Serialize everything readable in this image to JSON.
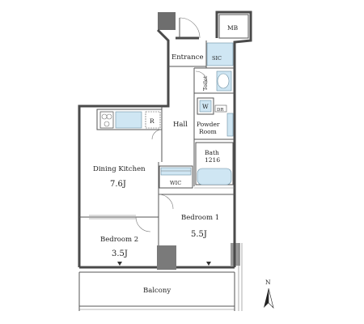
{
  "rooms": {
    "mb": "MB",
    "entrance": "Entrance",
    "sic": "SIC",
    "toilet": "Toilet",
    "w": "W",
    "dr": "DR",
    "powder_room_line1": "Powder",
    "powder_room_line2": "Room",
    "hall": "Hall",
    "r": "R",
    "bath_line1": "Bath",
    "bath_line2": "1216",
    "dining_kitchen": "Dining Kitchen",
    "dining_kitchen_size": "7.6J",
    "wic": "WIC",
    "bedroom1": "Bedroom 1",
    "bedroom1_size": "5.5J",
    "bedroom2": "Bedroom 2",
    "bedroom2_size": "3.5J",
    "balcony": "Balcony"
  },
  "compass": {
    "north": "N"
  },
  "colors": {
    "fixture_blue": "#cfe6f3",
    "wall": "#4a4a4a",
    "column": "#6e6e6e"
  }
}
